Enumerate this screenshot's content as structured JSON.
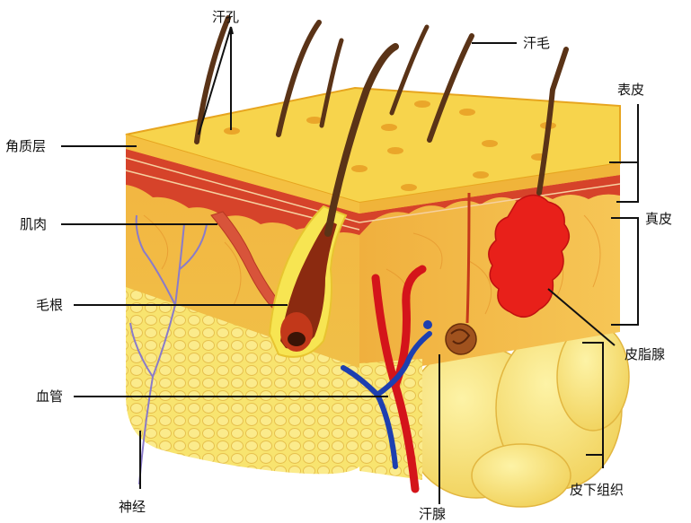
{
  "diagram": {
    "colors": {
      "background": "#ffffff",
      "epidermis_top": "#f6d24a",
      "epidermis_edge": "#e8a21c",
      "dermis": "#f2b23a",
      "dermis_red_band": "#d8442a",
      "fat": "#f7e16a",
      "fat_cell_outline": "#e9c24a",
      "hair": "#5a3317",
      "sebaceous_gland": "#e8201a",
      "artery": "#d4141a",
      "vein": "#1d3fb0",
      "nerve": "#8a7bc9",
      "label_line": "#111111"
    },
    "labels": {
      "sweat_pore": "汗孔",
      "body_hair": "汗毛",
      "epidermis": "表皮",
      "stratum_corneum": "角质层",
      "dermis": "真皮",
      "muscle": "肌肉",
      "hair_root": "毛根",
      "sebaceous_gland": "皮脂腺",
      "blood_vessel": "血管",
      "subcutaneous_tissue": "皮下组织",
      "nerve": "神经",
      "sweat_gland": "汗腺"
    }
  }
}
